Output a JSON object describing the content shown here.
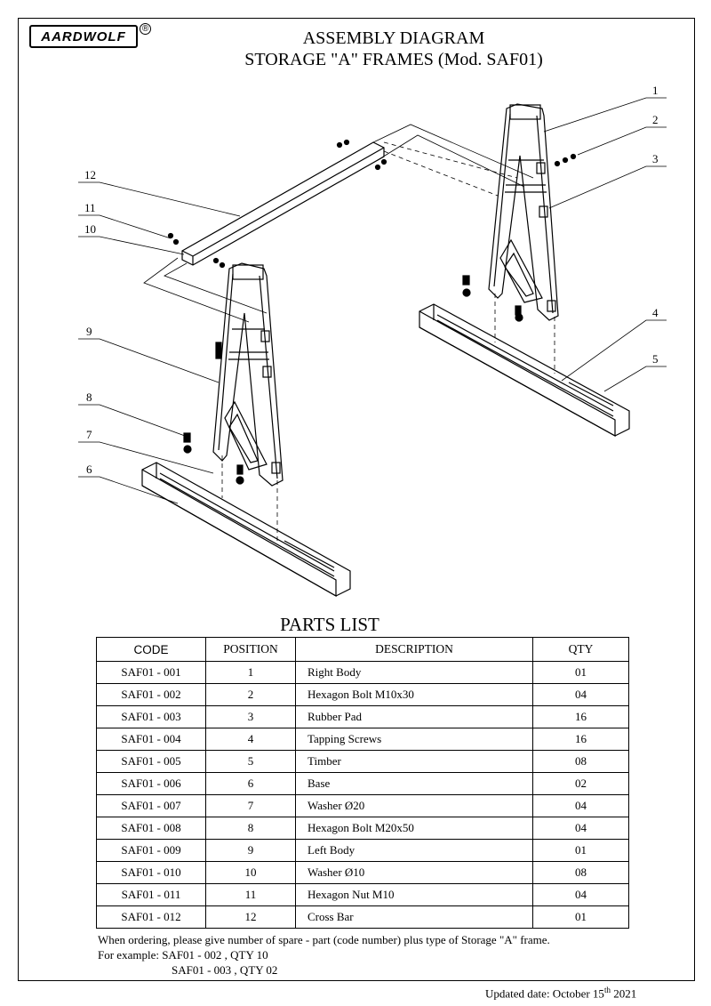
{
  "header": {
    "logo_text": "AARDWOLF",
    "logo_mark": "®",
    "title": "ASSEMBLY DIAGRAM",
    "subtitle": "STORAGE \"A\" FRAMES (Mod. SAF01)"
  },
  "diagram": {
    "callouts": [
      "1",
      "2",
      "3",
      "4",
      "5",
      "6",
      "7",
      "8",
      "9",
      "10",
      "11",
      "12"
    ]
  },
  "parts_list": {
    "title": "PARTS LIST",
    "columns": [
      "CODE",
      "POSITION",
      "DESCRIPTION",
      "QTY"
    ],
    "rows": [
      {
        "code": "SAF01 - 001",
        "position": "1",
        "description": "Right Body",
        "qty": "01"
      },
      {
        "code": "SAF01 - 002",
        "position": "2",
        "description": "Hexagon Bolt M10x30",
        "qty": "04"
      },
      {
        "code": "SAF01 - 003",
        "position": "3",
        "description": "Rubber Pad",
        "qty": "16"
      },
      {
        "code": "SAF01 - 004",
        "position": "4",
        "description": "Tapping Screws",
        "qty": "16"
      },
      {
        "code": "SAF01 - 005",
        "position": "5",
        "description": "Timber",
        "qty": "08"
      },
      {
        "code": "SAF01 - 006",
        "position": "6",
        "description": "Base",
        "qty": "02"
      },
      {
        "code": "SAF01 - 007",
        "position": "7",
        "description": "Washer Ø20",
        "qty": "04"
      },
      {
        "code": "SAF01 - 008",
        "position": "8",
        "description": "Hexagon Bolt M20x50",
        "qty": "04"
      },
      {
        "code": "SAF01 - 009",
        "position": "9",
        "description": "Left Body",
        "qty": "01"
      },
      {
        "code": "SAF01 - 010",
        "position": "10",
        "description": "Washer Ø10",
        "qty": "08"
      },
      {
        "code": "SAF01 - 011",
        "position": "11",
        "description": "Hexagon Nut M10",
        "qty": "04"
      },
      {
        "code": "SAF01 - 012",
        "position": "12",
        "description": "Cross Bar",
        "qty": "01"
      }
    ]
  },
  "notes": {
    "line1": "When ordering, please give number of spare - part (code number) plus type of Storage \"A\" frame.",
    "line2": "For example: SAF01 - 002  ,  QTY 10",
    "line3": "SAF01 - 003  ,  QTY 02"
  },
  "footer": {
    "updated_prefix": "Updated date: October 15",
    "updated_sup": "th",
    "updated_year": " 2021"
  }
}
